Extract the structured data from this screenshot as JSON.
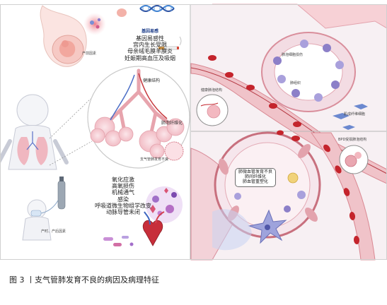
{
  "left_panel": {
    "gene_label": "基因易感",
    "prenatal_label": "产前因素",
    "prenatal_factors": [
      "基因易感性",
      "宫内生长受限",
      "母亲绒毛膜羊膜炎",
      "妊娠期高血压及吸烟"
    ],
    "healthy_structure_label": "健康结构",
    "alveolar_fibrosis_label": "肺泡纤维化",
    "airway_dysplasia_label": "支气管肺发育不良",
    "postnatal_label": "产时、产后因素",
    "postnatal_factors": [
      "氧化应激",
      "高氧损伤",
      "机械通气",
      "感染",
      "呼吸道微生物组学改变",
      "动脉导管未闭"
    ]
  },
  "right_panel": {
    "upper_note_1": "肺泡细胞损伤",
    "upper_note_2": "肺组织",
    "upper_note_3": "肌成纤维细胞",
    "upper_inset_label": "健康肺泡结构",
    "lower_inset_label": "BPD受损肺泡结构",
    "box_lines": [
      "肺微血管发育不良",
      "肺间纤维化",
      "肺血管重塑化"
    ]
  },
  "caption": "图 3 丨支气管肺发育不良的病因及病理特征",
  "colors": {
    "vessel_red": "#c4242c",
    "tissue_pink": "#f3b8c0",
    "membrane_pink": "#e9a7b1",
    "cell_purple": "#8c7fc8",
    "divider": "#b7b7b7",
    "background_panel": "#f7f0f3"
  }
}
